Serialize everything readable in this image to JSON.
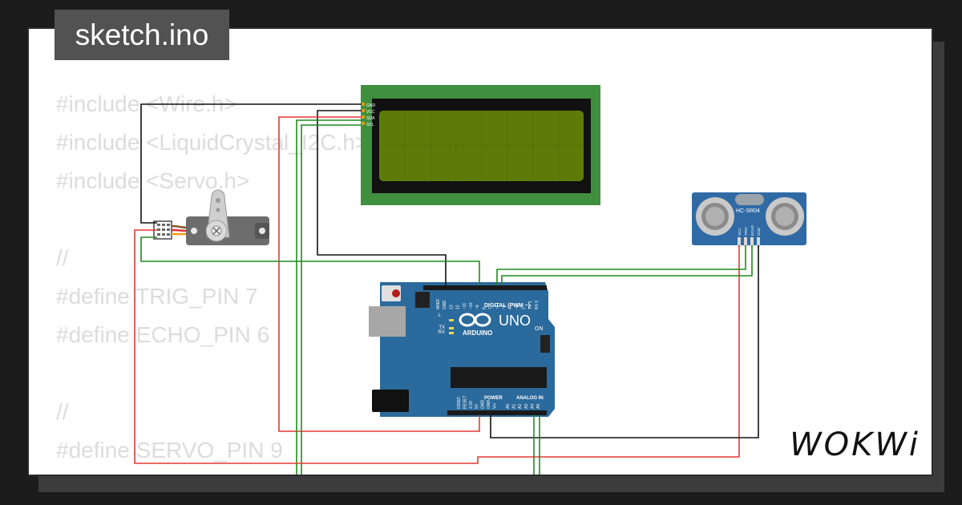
{
  "tab": {
    "label": "sketch.ino"
  },
  "code": {
    "lines": [
      "#include <Wire.h>",
      "#include <LiquidCrystal_I2C.h>",
      "#include <Servo.h>",
      "",
      "//",
      "#define TRIG_PIN 7",
      "#define ECHO_PIN 6",
      "",
      "//",
      "#define SERVO_PIN 9"
    ]
  },
  "lcd": {
    "pins": [
      "GND",
      "VCC",
      "SDA",
      "SCL"
    ]
  },
  "sensor": {
    "model": "HC-SR04",
    "pins": [
      "VCC",
      "TRIG",
      "ECHO",
      "GND"
    ]
  },
  "arduino": {
    "brand": "ARDUINO",
    "model": "UNO",
    "on_label": "ON",
    "digital_label": "DIGITAL (PWM ~)",
    "power_label": "POWER",
    "analog_label": "ANALOG IN",
    "led_l": "L",
    "led_tx": "TX",
    "led_rx": "RX",
    "top_pins": [
      "AREF",
      "GND",
      "13",
      "12",
      "~11",
      "~10",
      "~9",
      "8",
      "7",
      "~6",
      "~5",
      "4",
      "~3",
      "2",
      "TX 1",
      "RX 0"
    ],
    "power_pins": [
      "IOREF",
      "RESET",
      "3.3V",
      "5V",
      "GND",
      "GND",
      "Vin"
    ],
    "analog_pins": [
      "A0",
      "A1",
      "A2",
      "A3",
      "A4",
      "A5"
    ]
  },
  "logo": {
    "text": "WOKWi"
  },
  "colors": {
    "wire_red": "#e53935",
    "wire_green": "#1f8a1f",
    "wire_black": "#111111",
    "board": "#2b6a9c",
    "lcd_green": "#3f8f3f",
    "lcd_screen": "#5d7c07"
  }
}
